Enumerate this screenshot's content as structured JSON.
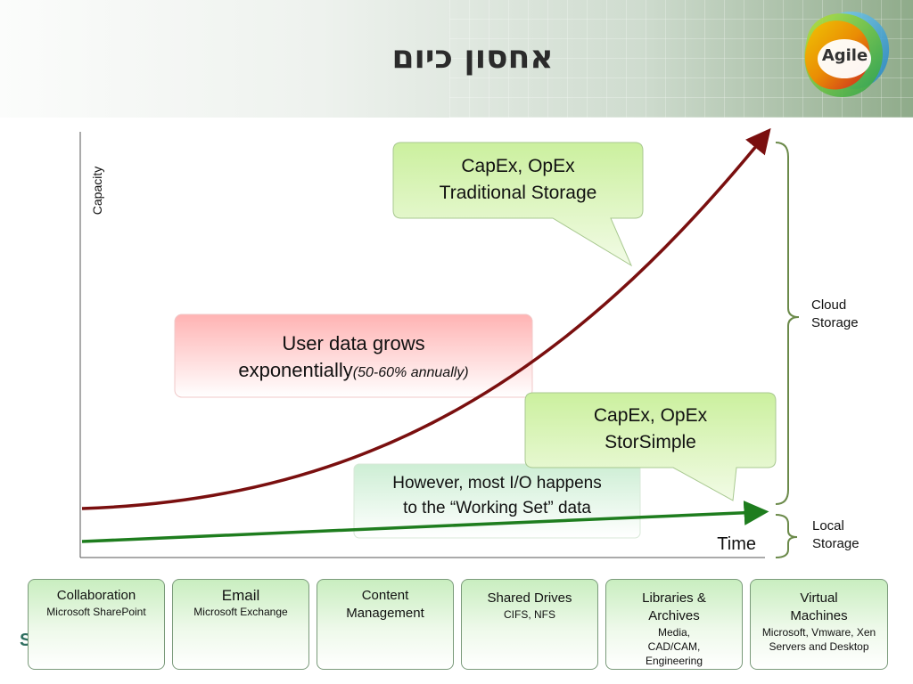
{
  "slide": {
    "title": "אחסון כיום",
    "logo_text": "Agile",
    "footer_letter": "S"
  },
  "chart_data": {
    "type": "line",
    "ylabel": "Capacity",
    "xlabel": "Time",
    "series": [
      {
        "trend": "exponential",
        "color": "#7a0f0f"
      },
      {
        "trend": "linear",
        "color": "#1e7d1e"
      }
    ]
  },
  "callouts": {
    "traditional_line1": "CapEx, OpEx",
    "traditional_line2": "Traditional Storage",
    "growth_line1": "User data grows",
    "growth_line2": "exponentially",
    "growth_note": "(50-60% annually)",
    "storsimple_line1": "CapEx, OpEx",
    "storsimple_line2": "StorSimple",
    "io_line1": "However, most I/O happens",
    "io_line2": "to the “Working Set” data"
  },
  "brackets": {
    "cloud_line1": "Cloud",
    "cloud_line2": "Storage",
    "local_line1": "Local",
    "local_line2": "Storage"
  },
  "workloads": [
    {
      "title": "Collaboration",
      "subtitle": "Microsoft SharePoint"
    },
    {
      "title": "Email",
      "subtitle": "Microsoft Exchange"
    },
    {
      "title": "Content Management",
      "subtitle": ""
    },
    {
      "title": "Shared Drives",
      "subtitle": "CIFS, NFS"
    },
    {
      "title": "Libraries & Archives",
      "subtitle": "Media, CAD/CAM, Engineering"
    },
    {
      "title": "Virtual Machines",
      "subtitle": "Microsoft, Vmware, Xen Servers and Desktop"
    }
  ],
  "colors": {
    "exp_curve": "#7a0f0f",
    "linear_curve": "#1e7d1e",
    "callout_green": "#d8f5b8",
    "callout_pink": "#ffb8b8",
    "bracket": "#6b8a4a"
  }
}
